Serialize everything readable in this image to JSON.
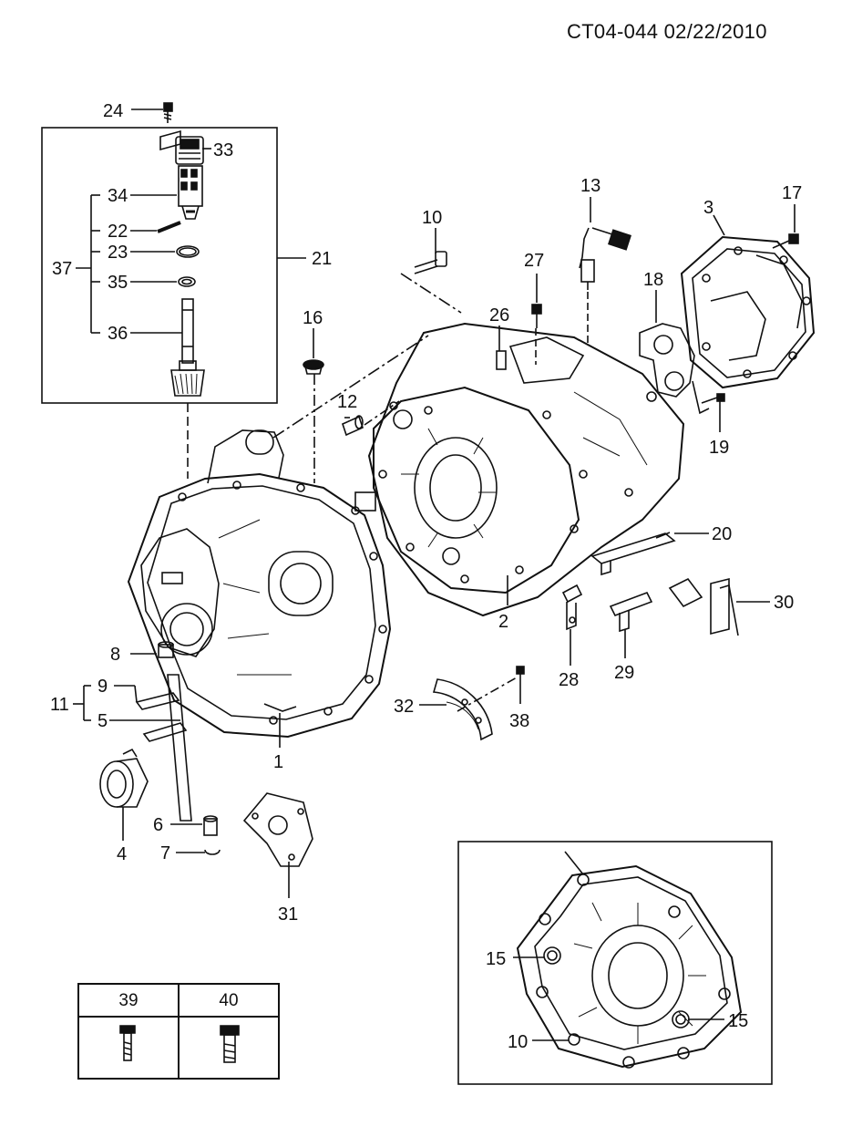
{
  "header": {
    "code": "CT04-044  02/22/2010"
  },
  "callouts": {
    "c1": "1",
    "c2": "2",
    "c3": "3",
    "c4": "4",
    "c5": "5",
    "c6": "6",
    "c7": "7",
    "c8": "8",
    "c9": "9",
    "c10": "10",
    "c10b": "10",
    "c11": "11",
    "c12": "12",
    "c13": "13",
    "c15a": "15",
    "c15b": "15",
    "c16": "16",
    "c17": "17",
    "c18": "18",
    "c19": "19",
    "c20": "20",
    "c21": "21",
    "c22": "22",
    "c23": "23",
    "c24": "24",
    "c26": "26",
    "c27": "27",
    "c28": "28",
    "c29": "29",
    "c30": "30",
    "c31": "31",
    "c32": "32",
    "c33": "33",
    "c34": "34",
    "c35": "35",
    "c36": "36",
    "c37": "37",
    "c38": "38"
  },
  "bolt_table": {
    "col1": "39",
    "col2": "40"
  }
}
